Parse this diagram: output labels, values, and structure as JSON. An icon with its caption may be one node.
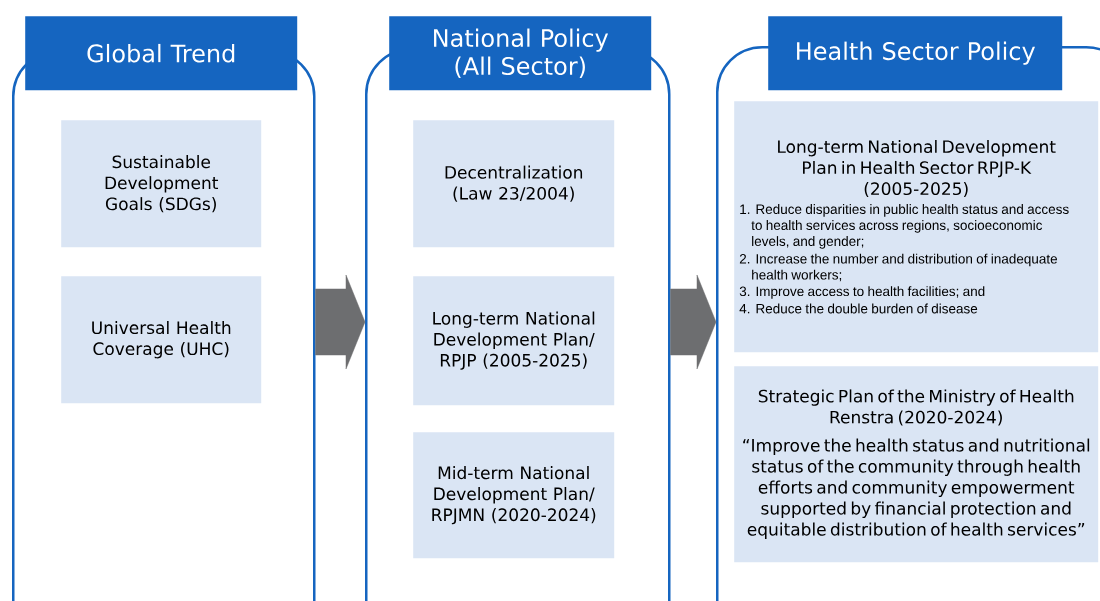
{
  "diagram": {
    "nodes": [
      {
        "text": [
          "Global Trend"
        ]
      },
      {
        "text": [
          "Sustainable Development Goals (SDGs)"
        ],
        "in": 0
      },
      {
        "text": [
          "Universal Health Coverage (UHC)"
        ],
        "in": 0
      },
      {
        "text": [
          "National Policy (All Sector)"
        ]
      },
      {
        "text": [
          "Decentralization (Law 23/2004)"
        ],
        "in": 3
      },
      {
        "text": [
          "Long-term National Development Plan/ RPJP (2005-2025)"
        ],
        "in": 3
      },
      {
        "text": [
          "Mid-term National Development Plan/ RPJMN (2020-2024)"
        ],
        "in": 3
      },
      {
        "text": [
          "Health Sector Policy"
        ]
      },
      {
        "text": [
          "Long-term National Development Plan in Health Sector RPJP-K (2005-2025)",
          "1. Reduce disparities in public health status and access to health services across regions, socioeconomic levels, and gender;",
          "2. Increase the number and distribution of inadequate health workers;",
          "3. Improve access to health facilities; and",
          "4. Reduce the double burden of disease"
        ],
        "in": 7
      },
      {
        "text": [
          "Strategic Plan of the Ministry of Health Renstra (2020-2024)",
          "“Improve the health status and nutritional status of the community through health efforts and community empowerment supported by financial protection and equitable distribution of health services”"
        ],
        "in": 7
      }
    ],
    "edges": [
      {
        "from": 0,
        "to": 3,
        "arrow": "to"
      },
      {
        "from": 3,
        "to": 7,
        "arrow": "to"
      }
    ]
  }
}
